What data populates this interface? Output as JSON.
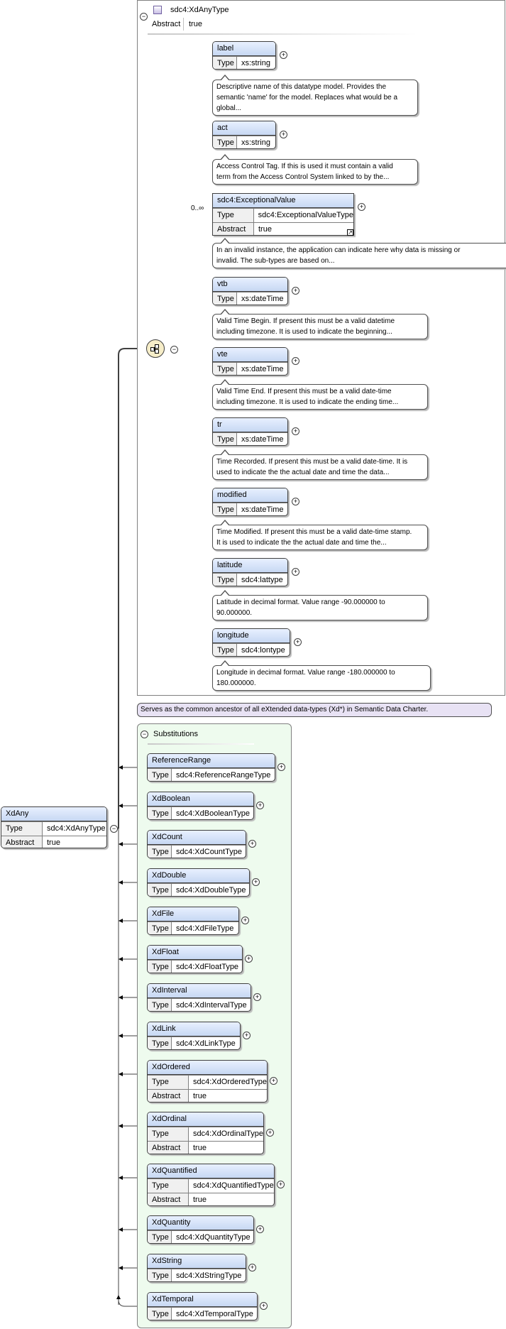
{
  "type_box": {
    "title": "sdc4:XdAnyType",
    "attr_key": "Abstract",
    "attr_value": "true",
    "description": "Serves as the common ancestor of all eXtended data-types (Xd*) in Semantic Data Charter."
  },
  "elements": [
    {
      "name": "label",
      "type": "xs:string",
      "doc": [
        "Descriptive name of this datatype model. Provides the",
        "semantic 'name' for the model. Replaces what would be a",
        "global..."
      ]
    },
    {
      "name": "act",
      "type": "xs:string",
      "doc": [
        "Access Control Tag. If this is used it must contain a valid",
        "term from the Access Control System linked to by the..."
      ]
    },
    {
      "name": "sdc4:ExceptionalValue",
      "type": "sdc4:ExceptionalValueType",
      "abstract": "true",
      "occurrence": "0..∞",
      "doc": [
        "In an invalid instance, the application can indicate here why data is missing or",
        "invalid. The sub-types are based on..."
      ]
    },
    {
      "name": "vtb",
      "type": "xs:dateTime",
      "doc": [
        "Valid Time Begin. If present this must be a valid datetime",
        "including timezone. It is used to indicate the beginning..."
      ]
    },
    {
      "name": "vte",
      "type": "xs:dateTime",
      "doc": [
        "Valid Time End. If present this must be a valid date-time",
        "including timezone. It is used to indicate the ending time..."
      ]
    },
    {
      "name": "tr",
      "type": "xs:dateTime",
      "doc": [
        "Time Recorded. If present this must be a valid date-time. It is",
        "used to indicate the the actual date and time the data..."
      ]
    },
    {
      "name": "modified",
      "type": "xs:dateTime",
      "doc": [
        "Time Modified. If present this must be a valid date-time stamp.",
        "It is used to indicate the the actual date and time the..."
      ]
    },
    {
      "name": "latitude",
      "type": "sdc4:lattype",
      "doc": [
        "Latitude in decimal format. Value range -90.000000 to",
        "90.000000."
      ]
    },
    {
      "name": "longitude",
      "type": "sdc4:lontype",
      "doc": [
        "Longitude in decimal format. Value range -180.000000 to",
        "180.000000."
      ]
    }
  ],
  "labels": {
    "type": "Type",
    "abstract": "Abstract"
  },
  "root": {
    "name": "XdAny",
    "type": "sdc4:XdAnyType",
    "abstract": "true"
  },
  "substitutions_title": "Substitutions",
  "substitutions": [
    {
      "name": "ReferenceRange",
      "type": "sdc4:ReferenceRangeType"
    },
    {
      "name": "XdBoolean",
      "type": "sdc4:XdBooleanType"
    },
    {
      "name": "XdCount",
      "type": "sdc4:XdCountType"
    },
    {
      "name": "XdDouble",
      "type": "sdc4:XdDoubleType"
    },
    {
      "name": "XdFile",
      "type": "sdc4:XdFileType"
    },
    {
      "name": "XdFloat",
      "type": "sdc4:XdFloatType"
    },
    {
      "name": "XdInterval",
      "type": "sdc4:XdIntervalType"
    },
    {
      "name": "XdLink",
      "type": "sdc4:XdLinkType"
    },
    {
      "name": "XdOrdered",
      "type": "sdc4:XdOrderedType",
      "abstract": "true"
    },
    {
      "name": "XdOrdinal",
      "type": "sdc4:XdOrdinalType",
      "abstract": "true"
    },
    {
      "name": "XdQuantified",
      "type": "sdc4:XdQuantifiedType",
      "abstract": "true"
    },
    {
      "name": "XdQuantity",
      "type": "sdc4:XdQuantityType"
    },
    {
      "name": "XdString",
      "type": "sdc4:XdStringType"
    },
    {
      "name": "XdTemporal",
      "type": "sdc4:XdTemporalType"
    }
  ],
  "colors": {
    "header": "#c7d8f3",
    "substitution_bg": "#eefbee",
    "description_bg": "#e8e2f4",
    "sequence": "#f6edc8"
  }
}
